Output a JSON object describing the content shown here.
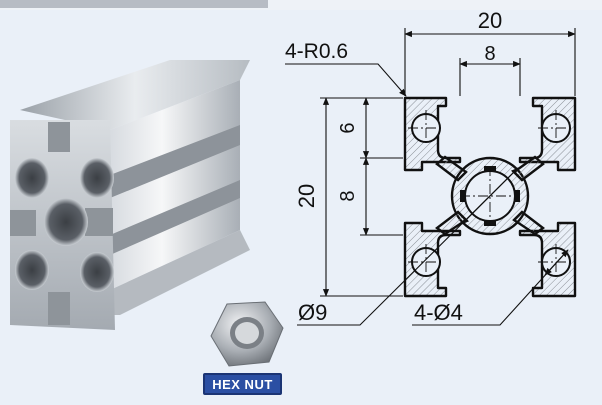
{
  "drawing": {
    "dim_overall_width": "20",
    "dim_slot_width": "8",
    "dim_overall_height": "20",
    "dim_edge_offset": "6",
    "dim_slot_height": "8",
    "radius_callout": "4-R0.6",
    "center_bore": "Ø9",
    "corner_bores": "4-Ø4"
  },
  "badge": {
    "label": "HEX NUT"
  }
}
